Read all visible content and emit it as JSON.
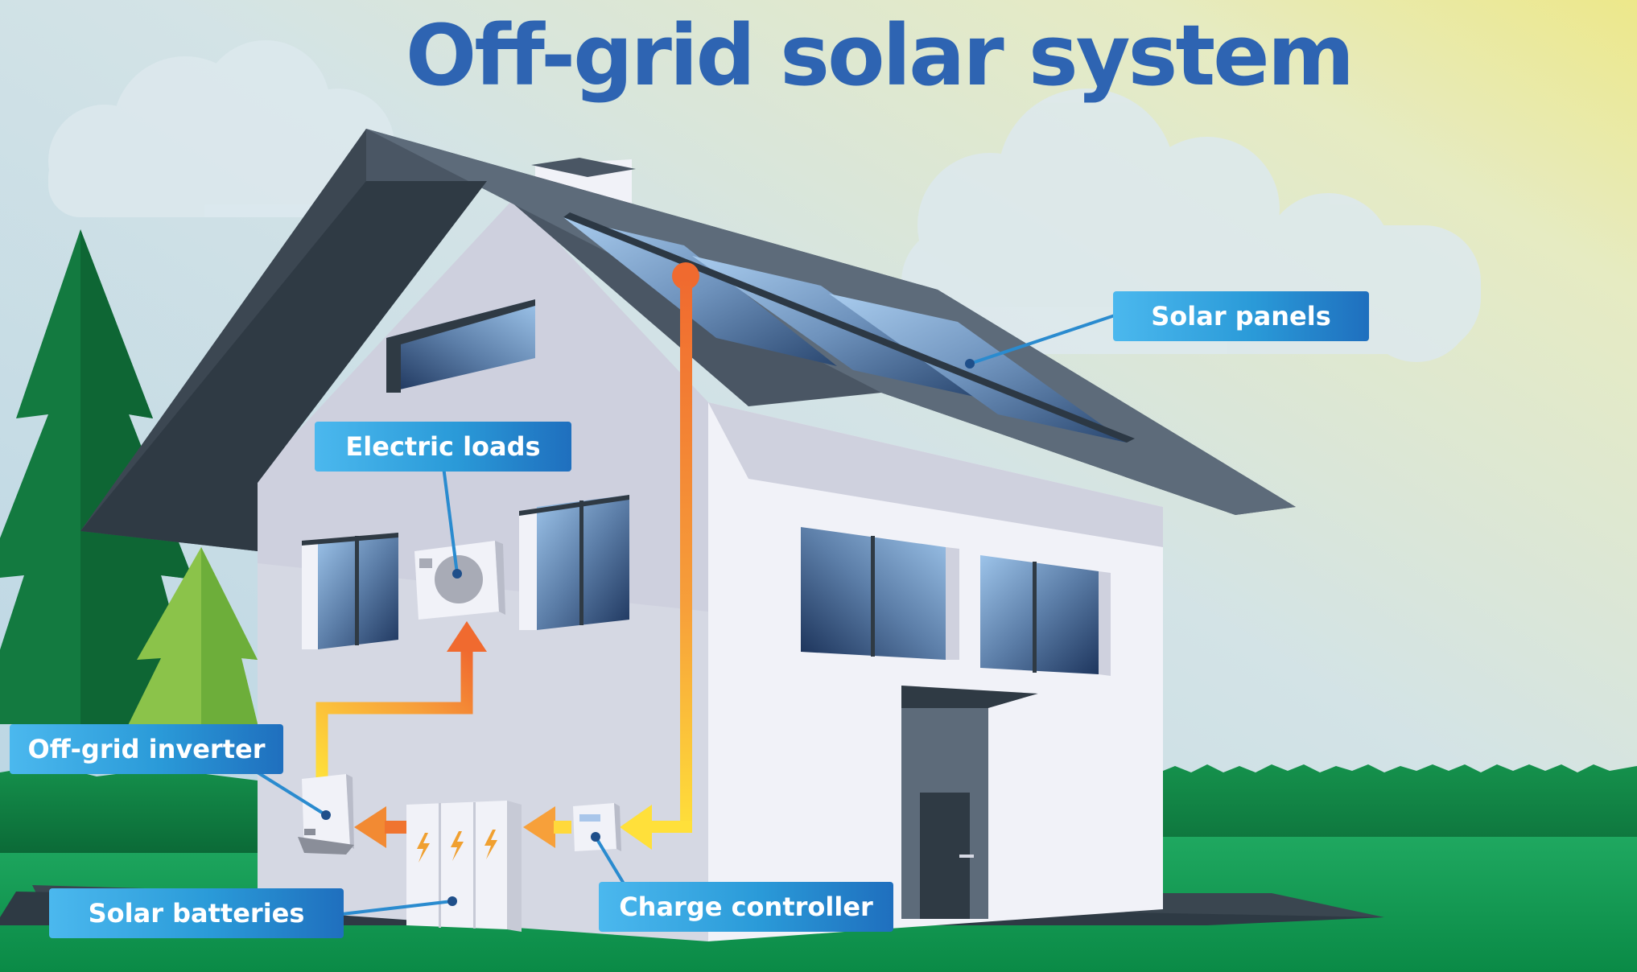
{
  "title": "Off-grid solar system",
  "labels": {
    "solar_panels": "Solar panels",
    "electric_loads": "Electric loads",
    "off_grid_inverter": "Off-grid inverter",
    "solar_batteries": "Solar batteries",
    "charge_controller": "Charge controller"
  },
  "colors": {
    "title": "#2E64B2",
    "label_start": "#4BB8EE",
    "label_end": "#1F6FBE",
    "flow_hot": "#F06A2F",
    "flow_warm": "#FFD93B",
    "roof": "#4A5664",
    "grass": "#0F9A52"
  }
}
